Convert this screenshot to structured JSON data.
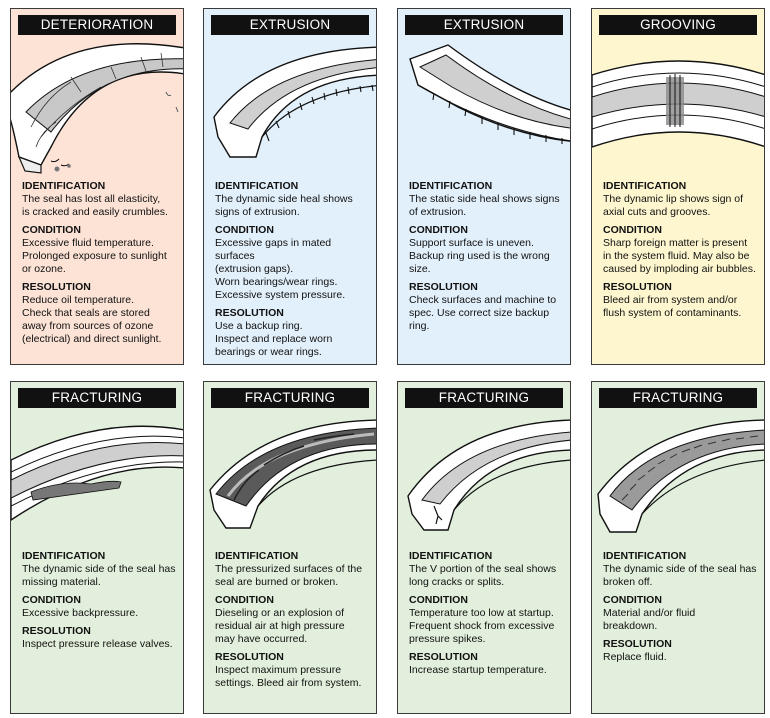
{
  "cards": [
    {
      "title": "DETERIORATION",
      "identification_label": "IDENTIFICATION",
      "identification": "The seal has lost all elasticity,\nis cracked and easily crumbles.",
      "condition_label": "CONDITION",
      "condition": "Excessive fluid temperature.\nProlonged exposure to sunlight\nor ozone.",
      "resolution_label": "RESOLUTION",
      "resolution": "Reduce oil temperature.\nCheck that seals are stored\naway from sources of ozone\n(electrical) and direct sunlight.",
      "bg": "#fce3d6"
    },
    {
      "title": "EXTRUSION",
      "identification_label": "IDENTIFICATION",
      "identification": "The dynamic side heal shows\nsigns of extrusion.",
      "condition_label": "CONDITION",
      "condition": "Excessive gaps in mated surfaces\n(extrusion gaps).\nWorn bearings/wear rings.\nExcessive system pressure.",
      "resolution_label": "RESOLUTION",
      "resolution": "Use a backup ring.\nInspect and replace worn\nbearings or wear rings.",
      "bg": "#e2f0fb"
    },
    {
      "title": "EXTRUSION",
      "identification_label": "IDENTIFICATION",
      "identification": "The static side heal shows signs\nof extrusion.",
      "condition_label": "CONDITION",
      "condition": "Support surface is uneven.\nBackup ring used is the wrong\nsize.",
      "resolution_label": "RESOLUTION",
      "resolution": "Check surfaces and machine to\nspec. Use correct size backup\nring.",
      "bg": "#e2f0fb"
    },
    {
      "title": "GROOVING",
      "identification_label": "IDENTIFICATION",
      "identification": "The dynamic lip shows sign of\naxial cuts and grooves.",
      "condition_label": "CONDITION",
      "condition": "Sharp foreign matter is present\nin the system fluid. May also be\ncaused by imploding air bubbles.",
      "resolution_label": "RESOLUTION",
      "resolution": "Bleed air from system and/or\nflush system of contaminants.",
      "bg": "#fdf6cf"
    },
    {
      "title": "FRACTURING",
      "identification_label": "IDENTIFICATION",
      "identification": "The dynamic side of the seal has\nmissing material.",
      "condition_label": "CONDITION",
      "condition": "Excessive backpressure.",
      "resolution_label": "RESOLUTION",
      "resolution": "Inspect pressure release valves.",
      "bg": "#e2efdc"
    },
    {
      "title": "FRACTURING",
      "identification_label": "IDENTIFICATION",
      "identification": "The pressurized surfaces of the\nseal are burned or broken.",
      "condition_label": "CONDITION",
      "condition": "Dieseling or an explosion of\nresidual air at high pressure\nmay have occurred.",
      "resolution_label": "RESOLUTION",
      "resolution": "Inspect maximum pressure\nsettings. Bleed air from system.",
      "bg": "#e2efdc"
    },
    {
      "title": "FRACTURING",
      "identification_label": "IDENTIFICATION",
      "identification": "The V portion of the seal shows\nlong cracks or splits.",
      "condition_label": "CONDITION",
      "condition": "Temperature too low at startup.\nFrequent shock from excessive\npressure spikes.",
      "resolution_label": "RESOLUTION",
      "resolution": "Increase startup temperature.",
      "bg": "#e2efdc"
    },
    {
      "title": "FRACTURING",
      "identification_label": "IDENTIFICATION",
      "identification": "The dynamic side of the seal has\nbroken off.",
      "condition_label": "CONDITION",
      "condition": "Material and/or fluid\nbreakdown.",
      "resolution_label": "RESOLUTION",
      "resolution": "Replace fluid.",
      "bg": "#e2efdc"
    }
  ],
  "colors": {
    "ink": "#111111",
    "seal_face": "#ffffff",
    "seal_shade": "#d5d5d5",
    "seal_dark": "#7a7a7a"
  }
}
